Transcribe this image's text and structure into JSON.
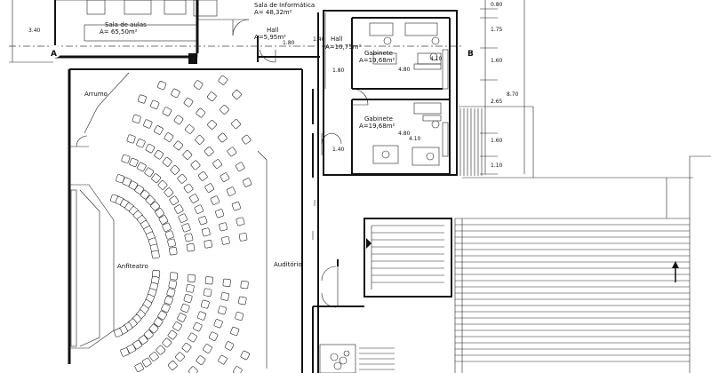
{
  "rooms": {
    "sala_informatica": {
      "name": "Sala de Informática",
      "area": "A= 48,32m²"
    },
    "sala_aulas": {
      "name": "Sala de aulas",
      "area": "A= 65,50m²"
    },
    "hall_small": {
      "name": "Hall",
      "area": "A=5,95m²"
    },
    "hall_main": {
      "name": "Hall",
      "area": "A=10,75m²"
    },
    "gabinete_1": {
      "name": "Gabinete",
      "area": "A=19,68m²"
    },
    "gabinete_2": {
      "name": "Gabinete",
      "area": "A=19,68m²"
    },
    "arrumo": {
      "name": "Arrumo"
    },
    "anfiteatro": {
      "name": "Anfiteatro"
    },
    "auditorio": {
      "name": "Auditório"
    }
  },
  "axes": {
    "left": "A",
    "right": "B"
  },
  "dimensions": {
    "d340": "3.40",
    "d140a": "1.40",
    "d180a": "1.80",
    "d180b": "1.80",
    "d140b": "1.40",
    "d410a": "4.10",
    "d480a": "4.80",
    "d480b": "4.80",
    "d410b": "4.10",
    "d080": "0.80",
    "d175": "1.75",
    "d160a": "1.60",
    "d870": "8.70",
    "d265": "2.65",
    "d160b": "1.60",
    "d110": "1.10"
  }
}
